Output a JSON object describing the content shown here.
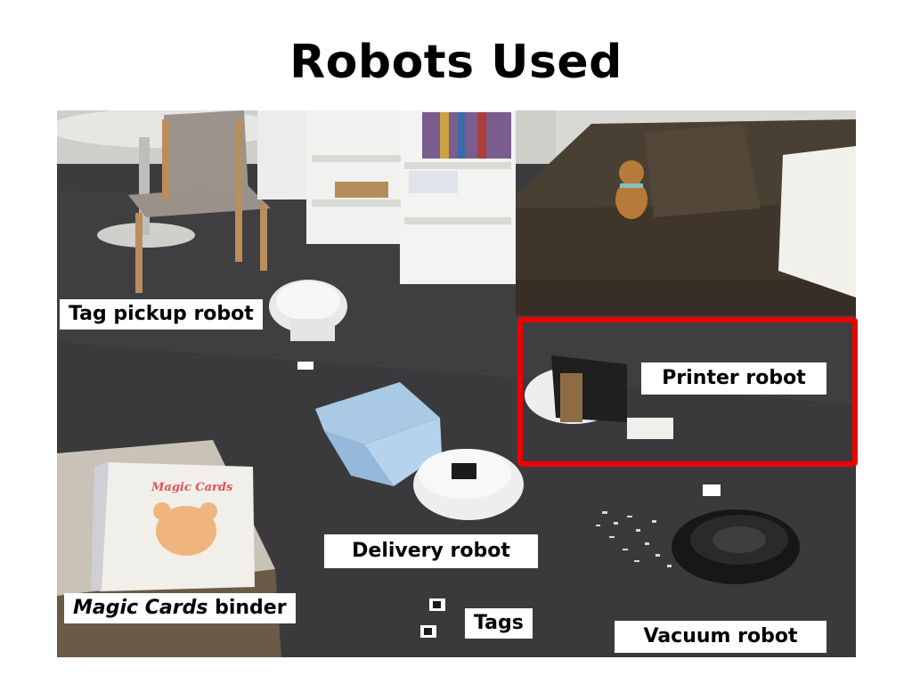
{
  "slide": {
    "title": "Robots Used"
  },
  "photo": {
    "labels": {
      "tag_pickup": "Tag pickup robot",
      "printer": "Printer robot",
      "delivery": "Delivery robot",
      "binder_italic": "Magic Cards",
      "binder_rest": " binder",
      "tags": "Tags",
      "vacuum": "Vacuum robot"
    },
    "binder_cover_text": "Magic Cards",
    "highlight_color": "#ee0000"
  }
}
